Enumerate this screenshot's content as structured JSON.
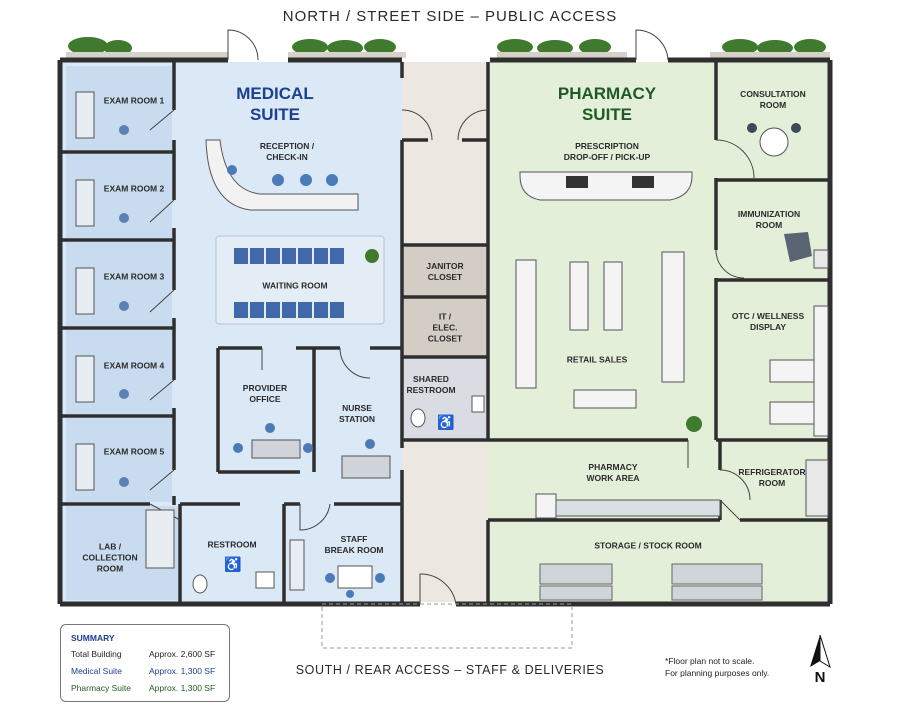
{
  "north_label": "NORTH / STREET SIDE – PUBLIC ACCESS",
  "south_label": "SOUTH / REAR ACCESS – STAFF & DELIVERIES",
  "medical_suite_title": "MEDICAL\nSUITE",
  "pharmacy_suite_title": "PHARMACY\nSUITE",
  "rooms": {
    "exam1": "EXAM ROOM 1",
    "exam2": "EXAM ROOM 2",
    "exam3": "EXAM ROOM 3",
    "exam4": "EXAM ROOM 4",
    "exam5": "EXAM ROOM 5",
    "lab": "LAB /\nCOLLECTION\nROOM",
    "restroom": "RESTROOM",
    "staff_break": "STAFF\nBREAK ROOM",
    "reception": "RECEPTION /\nCHECK-IN",
    "waiting": "WAITING ROOM",
    "provider": "PROVIDER\nOFFICE",
    "nurse": "NURSE\nSTATION",
    "janitor": "JANITOR\nCLOSET",
    "it": "IT /\nELEC.\nCLOSET",
    "shared_restroom": "SHARED\nRESTROOM",
    "prescription": "PRESCRIPTION\nDROP-OFF / PICK-UP",
    "retail": "RETAIL SALES",
    "pharmacy_work": "PHARMACY\nWORK AREA",
    "storage": "STORAGE / STOCK ROOM",
    "consultation": "CONSULTATION\nROOM",
    "immunization": "IMMUNIZATION\nROOM",
    "otc": "OTC / WELLNESS\nDISPLAY",
    "refrigerator": "REFRIGERATOR\nROOM"
  },
  "summary": {
    "title": "SUMMARY",
    "rows": [
      {
        "label": "Total Building",
        "value": "Approx. 2,600 SF"
      },
      {
        "label": "Medical Suite",
        "value": "Approx. 1,300 SF"
      },
      {
        "label": "Pharmacy Suite",
        "value": "Approx. 1,300 SF"
      }
    ]
  },
  "note_line1": "*Floor plan not to scale.",
  "note_line2": "For planning purposes only.",
  "compass_label": "N",
  "colors": {
    "medical_fill": "#dbe8f6",
    "pharmacy_fill": "#e3efd9",
    "corridor_fill": "#ece7e0",
    "closet_fill": "#d3cdc6",
    "wall": "#2f2f2f",
    "medical_text": "#1c3f8f",
    "pharmacy_text": "#1f5a26"
  }
}
